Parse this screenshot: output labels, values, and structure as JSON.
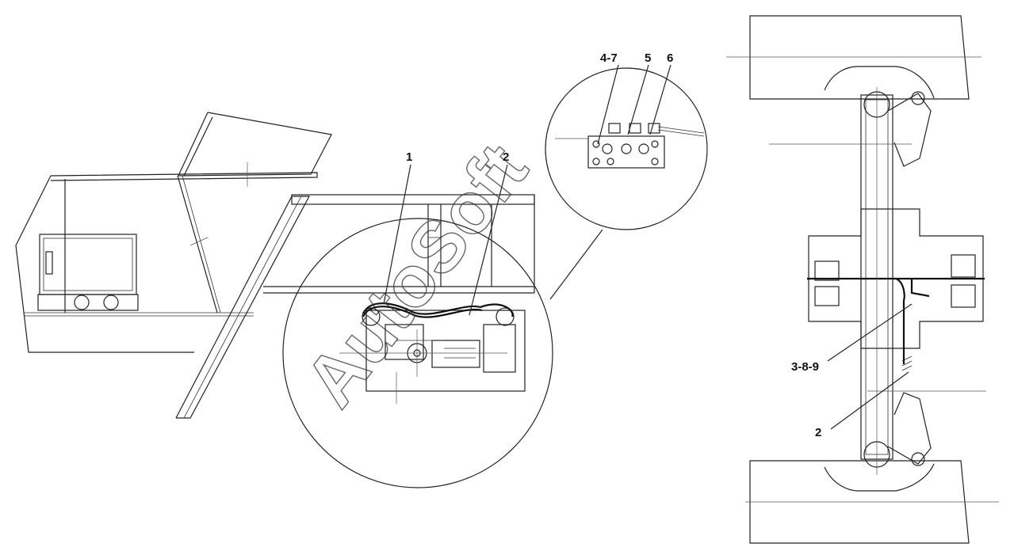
{
  "callouts": {
    "c1": "1",
    "c2": "2",
    "c4_7": "4-7",
    "c5": "5",
    "c6": "6",
    "c3_8_9": "3-8-9",
    "c2_right": "2"
  },
  "watermark": "AutoSoft",
  "colors": {
    "line": "#222222",
    "background": "#ffffff"
  }
}
